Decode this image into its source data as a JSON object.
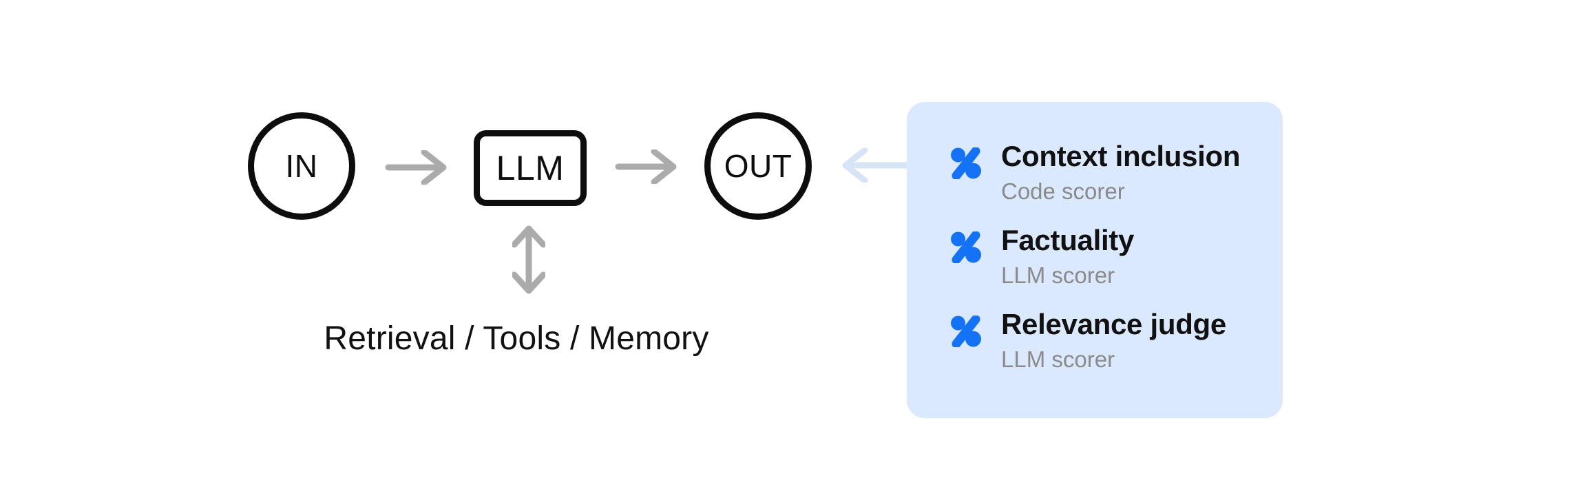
{
  "diagram": {
    "nodes": {
      "input_label": "IN",
      "llm_label": "LLM",
      "output_label": "OUT"
    },
    "augmentation_label": "Retrieval / Tools / Memory",
    "arrows": [
      {
        "name": "in-to-llm",
        "direction": "right",
        "color": "#ababab"
      },
      {
        "name": "llm-to-out",
        "direction": "right",
        "color": "#ababab"
      },
      {
        "name": "llm-to-tools",
        "direction": "both-vertical",
        "color": "#ababab"
      },
      {
        "name": "panel-to-out",
        "direction": "left",
        "color": "#d7e4f6"
      }
    ]
  },
  "scorer_panel": {
    "items": [
      {
        "icon": "percent-scorer-icon",
        "title": "Context inclusion",
        "subtitle": "Code scorer"
      },
      {
        "icon": "percent-scorer-icon",
        "title": "Factuality",
        "subtitle": "LLM scorer"
      },
      {
        "icon": "percent-scorer-icon",
        "title": "Relevance judge",
        "subtitle": "LLM scorer"
      }
    ]
  },
  "colors": {
    "background": "#ffffff",
    "ink": "#0d0d0d",
    "arrow_gray": "#ababab",
    "arrow_faded": "#d7e4f6",
    "panel_background": "#dae9fd",
    "accent_blue": "#1372f5",
    "subtitle_gray": "#8a8a8a"
  }
}
